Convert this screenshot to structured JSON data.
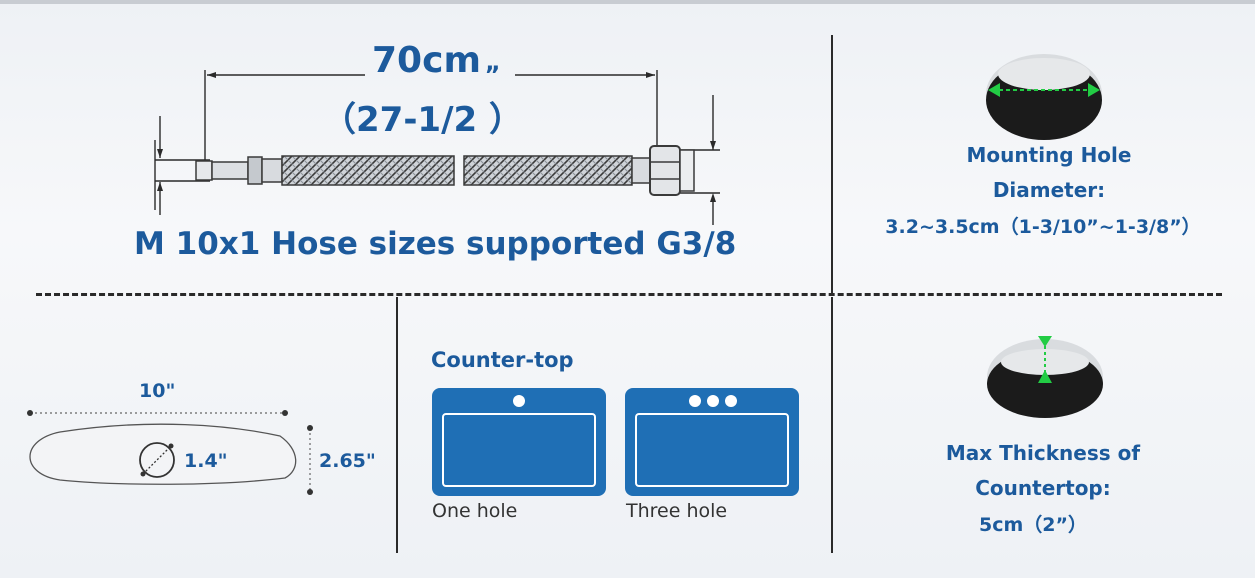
{
  "hose": {
    "length_cm": "70cm",
    "length_quote": "„",
    "length_inch": "（27-1/2 ）",
    "caption": "M 10x1 Hose sizes supported G3/8"
  },
  "mounting_hole": {
    "label_line1": "Mounting Hole",
    "label_line2": "Diameter:",
    "value": "3.2~3.5cm（1-3/10”~1-3/8”）"
  },
  "plate": {
    "width": "10\"",
    "height": "2.65\"",
    "hole": "1.4\""
  },
  "counter_top": {
    "title": "Counter-top",
    "options": [
      {
        "label": "One hole",
        "holes": 1
      },
      {
        "label": "Three hole",
        "holes": 3
      }
    ]
  },
  "thickness": {
    "label_line1": "Max Thickness of",
    "label_line2": "Countertop:",
    "value": "5cm（2”）"
  },
  "colors": {
    "accent_blue": "#1c5a9c",
    "sink_blue": "#1f6fb5",
    "arrow_green": "#22cc44"
  }
}
